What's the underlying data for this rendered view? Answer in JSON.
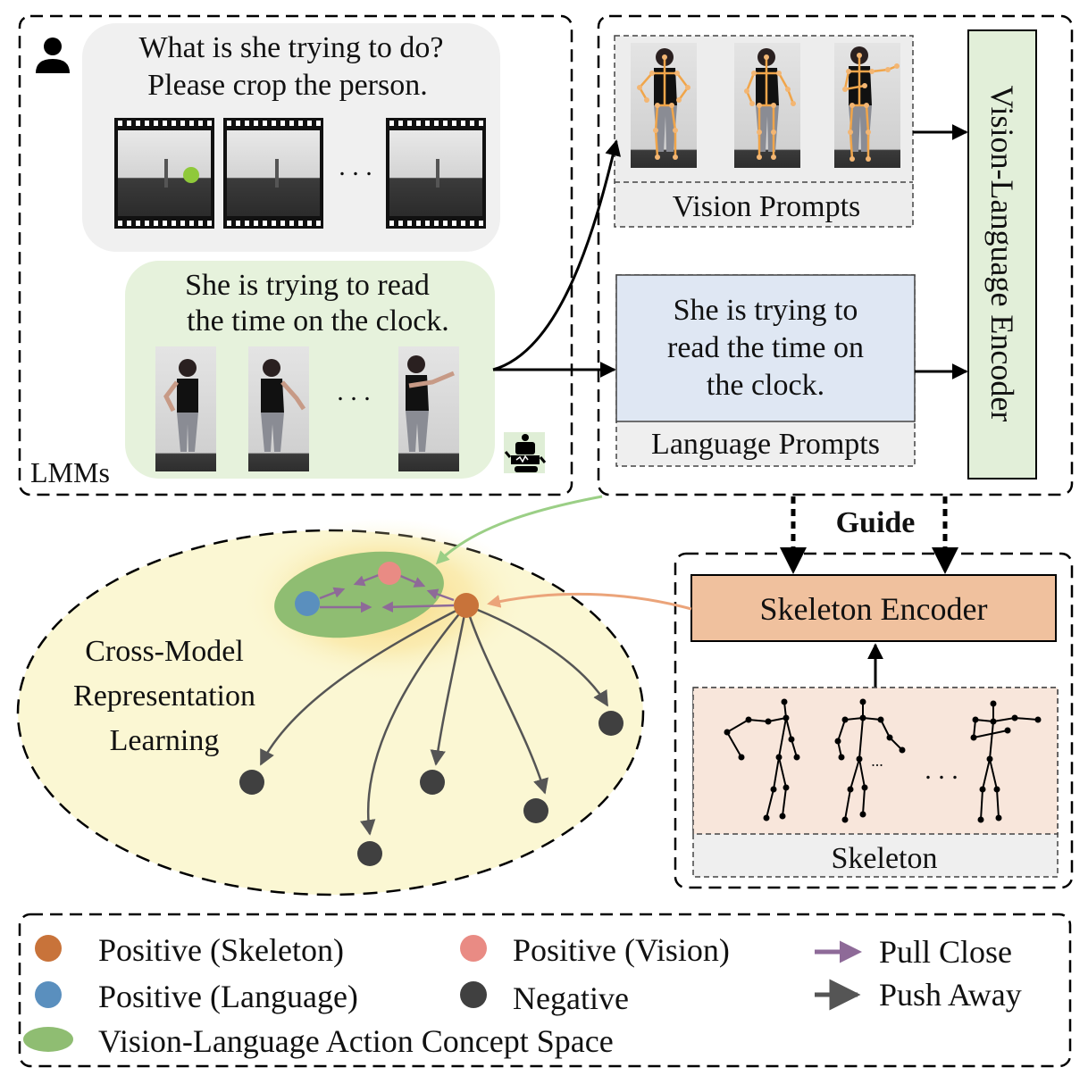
{
  "lmm_panel": {
    "label": "LMMs",
    "user_query_line1": "What is she trying to do?",
    "user_query_line2": "Please crop the person.",
    "ellipsis": ". . .",
    "answer_line1": "She is trying to read",
    "answer_line2": "the time on the clock.",
    "person_ellipsis": ". . ."
  },
  "prompt_panel": {
    "vision_prompts_label": "Vision Prompts",
    "language_prompt_line1": "She is trying to",
    "language_prompt_line2": "read the time on",
    "language_prompt_line3": "the clock.",
    "language_prompts_label": "Language Prompts",
    "encoder_label": "Vision-Language Encoder"
  },
  "guide_label": "Guide",
  "skeleton_panel": {
    "encoder_label": "Skeleton Encoder",
    "skeleton_label": "Skeleton",
    "small_ellipsis": "...",
    "ellipsis": ". . ."
  },
  "representation_space": {
    "title_line1": "Cross-Model",
    "title_line2": "Representation",
    "title_line3": "Learning"
  },
  "legend": {
    "positive_skeleton": "Positive (Skeleton)",
    "positive_vision": "Positive (Vision)",
    "pull_close": "Pull Close",
    "positive_language": "Positive (Language)",
    "negative": "Negative",
    "push_away": "Push Away",
    "concept_space": "Vision-Language Action Concept Space"
  },
  "colors": {
    "skeleton_node": "#c8733a",
    "vision_node": "#e98b84",
    "language_node": "#5a8fbe",
    "negative_node": "#404040",
    "pull_arrow": "#8e6a98",
    "push_arrow": "#555555",
    "concept_space": "#8fbd72",
    "skeleton_encoder_fill": "#f0c19e",
    "encoder_fill": "#e2efd9",
    "language_fill": "#dfe7f3",
    "skeleton_fill": "#f8e6db",
    "user_bubble": "#f0f0f0",
    "answer_bubble": "#e6f2dc",
    "ellipse_fill": "#fbf7d3"
  }
}
